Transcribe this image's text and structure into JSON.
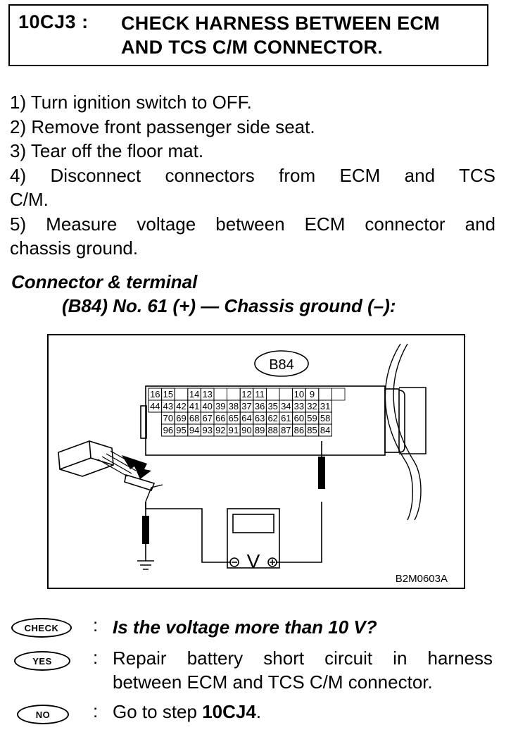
{
  "header": {
    "step_id": "10CJ3 :",
    "title_line1": "CHECK HARNESS BETWEEN ECM",
    "title_line2": "AND TCS C/M CONNECTOR."
  },
  "steps": [
    "1)  Turn ignition switch to OFF.",
    "2)  Remove front passenger side seat.",
    "3)  Tear off the floor mat.",
    "4)  Disconnect connectors from ECM and TCS",
    "C/M.",
    "5)  Measure voltage between ECM connector and",
    "chassis ground."
  ],
  "connector": {
    "title": "Connector & terminal",
    "subtitle": "(B84) No. 61 (+) — Chassis ground (–):"
  },
  "diagram": {
    "connector_label": "B84",
    "row1": [
      "16",
      "15",
      "",
      "14",
      "13",
      "",
      "",
      "12",
      "11",
      "",
      "",
      "10",
      "9",
      "",
      ""
    ],
    "row2": [
      "44",
      "43",
      "42",
      "41",
      "40",
      "39",
      "38",
      "37",
      "36",
      "35",
      "34",
      "33",
      "32",
      "31"
    ],
    "row3": [
      "70",
      "69",
      "68",
      "67",
      "66",
      "65",
      "64",
      "63",
      "62",
      "61",
      "60",
      "59",
      "58"
    ],
    "row4": [
      "96",
      "95",
      "94",
      "93",
      "92",
      "91",
      "90",
      "89",
      "88",
      "87",
      "86",
      "85",
      "84"
    ],
    "meter_symbol": "V",
    "figure_code": "B2M0603A"
  },
  "qa": {
    "check_badge": "CHECK",
    "check_text": "Is the voltage more than 10 V?",
    "yes_badge": "YES",
    "yes_text_line1": "Repair battery short circuit in harness",
    "yes_text_line2": "between ECM and TCS C/M connector.",
    "no_badge": "NO",
    "no_text_prefix": "Go to step ",
    "no_text_step": "10CJ4",
    "no_text_suffix": "."
  }
}
